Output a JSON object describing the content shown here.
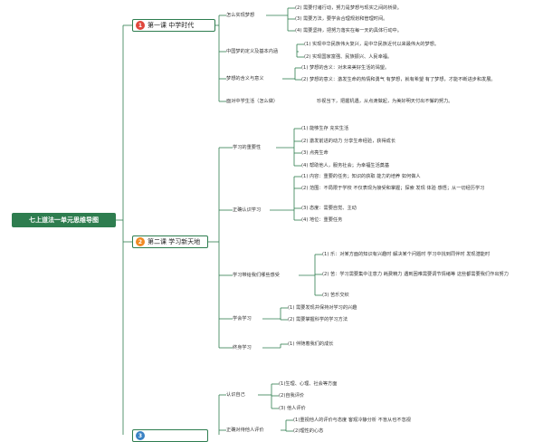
{
  "root": {
    "title": "七上道法一单元思维导图"
  },
  "colors": {
    "line": "#2e7d4f",
    "badge1": "#e0483e",
    "badge2": "#f08a24",
    "badge3": "#3b82c4"
  },
  "chapters": [
    {
      "num": "1",
      "label": "第一课 中学时代"
    },
    {
      "num": "2",
      "label": "第二课 学习新天地"
    },
    {
      "num": "3",
      "label": ""
    }
  ],
  "lesson1": {
    "topic_dream": "怎么实现梦想",
    "dream_items": [
      "(2) 需要付诸行动，努力是梦想与现实之间的桥梁。",
      "(3) 需要方法，要学会合理规划和管理时间。",
      "(4) 需要坚持，把努力落实在每一天的具体行动中。"
    ],
    "topic_china": "中国梦的定义及基本内涵",
    "china_items": [
      "(1) 实现中华民族伟大复兴，是中华民族近代以来最伟大的梦想。",
      "(2) 实现国家富强、民族振兴、人民幸福。"
    ],
    "topic_meaning": "梦想的含义与意义",
    "meaning_items": [
      "(1) 梦想的含义：对未来美好生活的渴望。",
      "(2) 梦想的意义：激发生命的热情和勇气 有梦想，就有希望 有了梦想，才能不断进步和发展。"
    ],
    "topic_face": "面对中学生活（怎么做）",
    "face_item": "珍视当下，把握机遇，从点滴做起，为美好明天付出不懈的努力。"
  },
  "lesson2": {
    "topic_importance": "学习的重要性",
    "importance_items": [
      "(1) 能够生存 充实生活",
      "(2) 激发前进的动力 分享生命经验，获得成长",
      "(3) 点亮生命",
      "(4) 帮助他人，服务社会；为幸福生活奠基"
    ],
    "topic_correct": "正确认识学习",
    "correct_items": [
      "(1) 内容：重要的任务；知识的获取 能力的培养 如何做人",
      "(2) 范围：不局限于学校 不仅表现为接受和掌握；探索 发现 体验 感悟；从一切经历学习",
      "(3) 态度：需要自觉、主动",
      "(4) 地位：重要任务"
    ],
    "topic_enjoy": "学习带给我们哪些感受",
    "enjoy_items": [
      "(1) 乐：对某方面的知识有兴趣时 解决某个问题时 学习中找到同伴时 发现潜能时",
      "(2) 苦：学习需要集中注意力 耗费精力 遇到困难需要调节情绪等 这些都需要我们作出努力",
      "(3) 苦乐交织"
    ],
    "topic_learn": "学会学习",
    "learn_items": [
      "(1) 需要发现并保持对学习的兴趣",
      "(2) 需要掌握科学的学习方法"
    ],
    "topic_life": "终身学习",
    "life_items": [
      "(1) 伴随着我们的成长"
    ]
  },
  "lesson3": {
    "topic_self": "认识自己",
    "self_items": [
      "(1)生理、心理、社会等方面",
      "(2)自我评价",
      "(3) 他人评价"
    ],
    "topic_others": "正确对待他人评价",
    "others_items": [
      "(1)重视他人的评价与态度 客观冷静分析 不盲从也不忽视",
      "(2)理性的心态"
    ]
  }
}
